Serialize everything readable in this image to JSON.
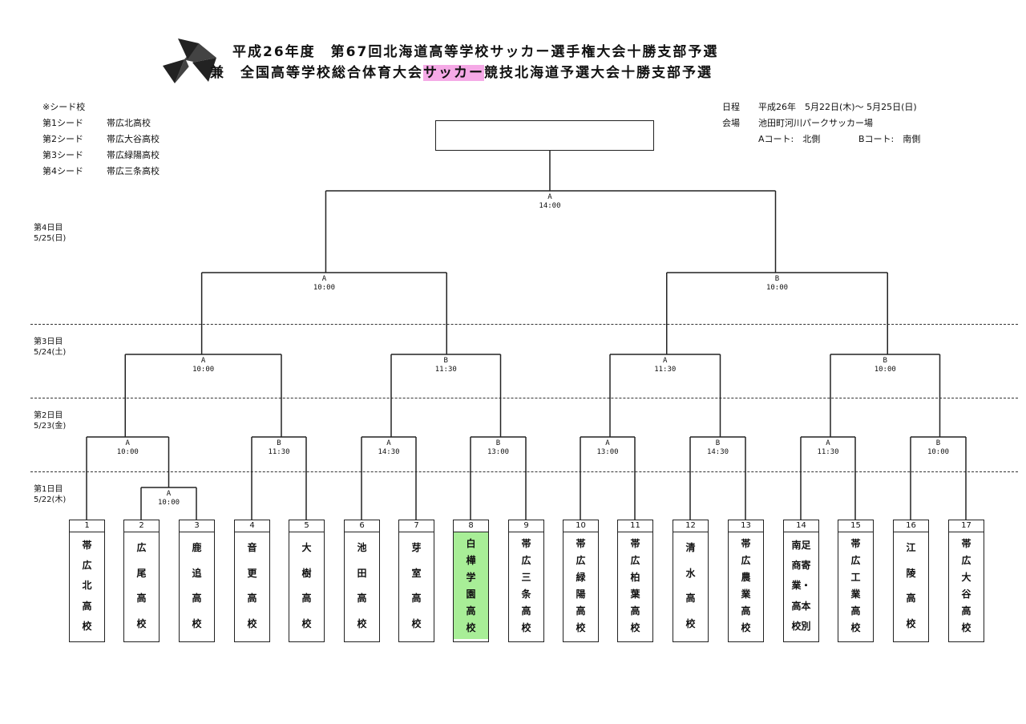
{
  "header": {
    "logo": "tokachi-logo-icon",
    "line1": "平成26年度　第67回北海道高等学校サッカー選手権大会十勝支部予選",
    "line2_pre": "兼　全国高等学校総合体育大会",
    "line2_hl": "サッカー",
    "line2_post": "競技北海道予選大会十勝支部予選",
    "highlight_color": "#f5a9e6"
  },
  "seeds": {
    "title": "※シード校",
    "items": [
      {
        "label": "第1シード",
        "school": "帯広北高校"
      },
      {
        "label": "第2シード",
        "school": "帯広大谷高校"
      },
      {
        "label": "第3シード",
        "school": "帯広緑陽高校"
      },
      {
        "label": "第4シード",
        "school": "帯広三条高校"
      }
    ]
  },
  "info": {
    "schedule_label": "日程",
    "schedule_value": "平成26年　5月22日(木)～ 5月25日(日)",
    "venue_label": "会場",
    "venue_value": "池田町河川パークサッカー場",
    "court_a": "Aコート:　北側",
    "court_b": "Bコート:　南側"
  },
  "days": [
    {
      "name": "第4日目",
      "date": "5/25(日)"
    },
    {
      "name": "第3日目",
      "date": "5/24(土)"
    },
    {
      "name": "第2日目",
      "date": "5/23(金)"
    },
    {
      "name": "第1日目",
      "date": "5/22(木)"
    }
  ],
  "matches": [
    {
      "court": "A",
      "time": "14:00"
    },
    {
      "court": "A",
      "time": "10:00"
    },
    {
      "court": "B",
      "time": "10:00"
    },
    {
      "court": "A",
      "time": "10:00"
    },
    {
      "court": "B",
      "time": "11:30"
    },
    {
      "court": "A",
      "time": "11:30"
    },
    {
      "court": "B",
      "time": "10:00"
    },
    {
      "court": "A",
      "time": "10:00"
    },
    {
      "court": "B",
      "time": "11:30"
    },
    {
      "court": "A",
      "time": "14:30"
    },
    {
      "court": "B",
      "time": "13:00"
    },
    {
      "court": "A",
      "time": "13:00"
    },
    {
      "court": "B",
      "time": "14:30"
    },
    {
      "court": "A",
      "time": "11:30"
    },
    {
      "court": "B",
      "time": "10:00"
    },
    {
      "court": "A",
      "time": "10:00"
    }
  ],
  "teams": [
    {
      "num": "1",
      "chars": [
        "帯",
        "広",
        "北",
        "高",
        "校"
      ]
    },
    {
      "num": "2",
      "chars": [
        "広",
        "尾",
        "高",
        "校"
      ]
    },
    {
      "num": "3",
      "chars": [
        "鹿",
        "追",
        "高",
        "校"
      ]
    },
    {
      "num": "4",
      "chars": [
        "音",
        "更",
        "高",
        "校"
      ]
    },
    {
      "num": "5",
      "chars": [
        "大",
        "樹",
        "高",
        "校"
      ]
    },
    {
      "num": "6",
      "chars": [
        "池",
        "田",
        "高",
        "校"
      ]
    },
    {
      "num": "7",
      "chars": [
        "芽",
        "室",
        "高",
        "校"
      ]
    },
    {
      "num": "8",
      "chars": [
        "白",
        "樺",
        "学",
        "園",
        "高",
        "校"
      ],
      "highlight": true
    },
    {
      "num": "9",
      "chars": [
        "帯",
        "広",
        "三",
        "条",
        "高",
        "校"
      ]
    },
    {
      "num": "10",
      "chars": [
        "帯",
        "広",
        "緑",
        "陽",
        "高",
        "校"
      ]
    },
    {
      "num": "11",
      "chars": [
        "帯",
        "広",
        "柏",
        "葉",
        "高",
        "校"
      ]
    },
    {
      "num": "12",
      "chars": [
        "清",
        "水",
        "高",
        "校"
      ]
    },
    {
      "num": "13",
      "chars": [
        "帯",
        "広",
        "農",
        "業",
        "高",
        "校"
      ]
    },
    {
      "num": "14",
      "chars": [
        "南足",
        "商寄",
        "業・",
        "高本",
        "校別"
      ]
    },
    {
      "num": "15",
      "chars": [
        "帯",
        "広",
        "工",
        "業",
        "高",
        "校"
      ]
    },
    {
      "num": "16",
      "chars": [
        "江",
        "陵",
        "高",
        "校"
      ]
    },
    {
      "num": "17",
      "chars": [
        "帯",
        "広",
        "大",
        "谷",
        "高",
        "校"
      ]
    }
  ],
  "highlight_team_color": "#a8ee97"
}
